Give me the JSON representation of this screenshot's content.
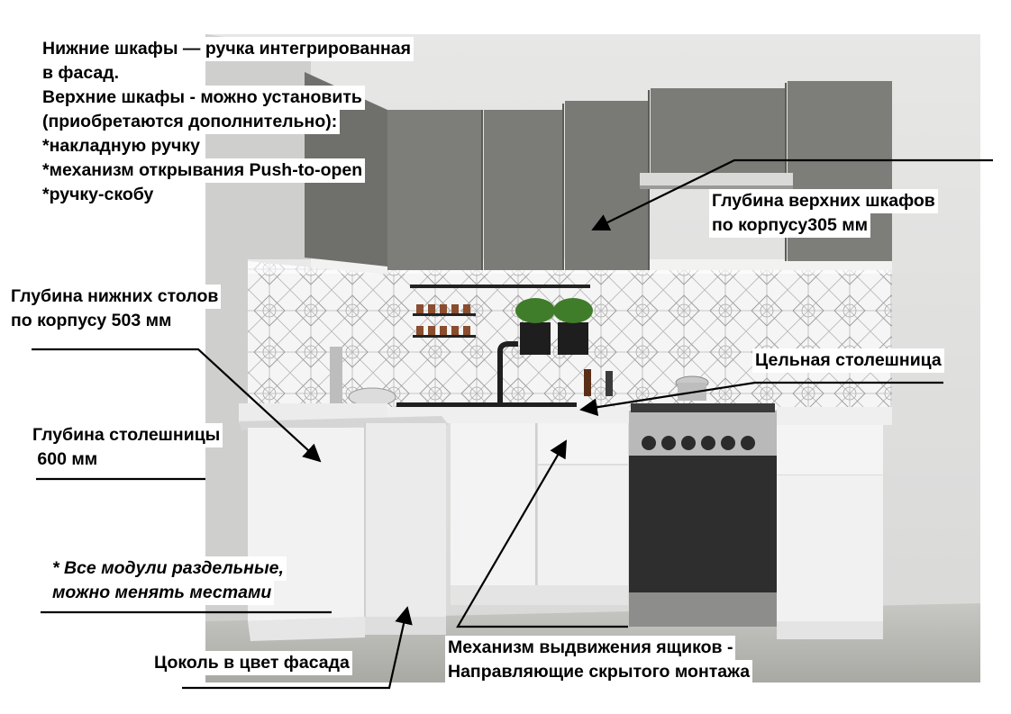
{
  "photo": {
    "subject": "кухонный гарнитур",
    "colors": {
      "upper_cabinets": "#7b7c78",
      "lower_cabinets": "#f1f1f1",
      "wall": "#e4e4e4",
      "floor": "#b9b9b4",
      "backsplash": "#f4f4f4",
      "oven_door": "#2e2e2e"
    }
  },
  "annotations": {
    "lower_handle": {
      "lines": [
        "Нижние шкафы — ручка интегрированная",
        "в фасад.",
        "Верхние шкафы - можно установить",
        "(приобретаются дополнительно):",
        "*накладную ручку",
        "*механизм открывания Push-to-open",
        "*ручку-скобу"
      ]
    },
    "upper_depth": {
      "lines": [
        "Глубина верхних шкафов",
        "по корпусу305 мм"
      ]
    },
    "lower_depth": {
      "lines": [
        "Глубина нижних столов",
        "по корпусу 503 мм"
      ]
    },
    "countertop_solid": {
      "lines": [
        "Цельная столешница"
      ]
    },
    "countertop_depth": {
      "lines": [
        "Глубина столешницы",
        " 600 мм"
      ]
    },
    "modules_note": {
      "lines": [
        "* Все модули раздельные,",
        "можно менять местами"
      ]
    },
    "plinth": {
      "lines": [
        "Цоколь в цвет фасада"
      ]
    },
    "drawer_mechanism": {
      "lines": [
        "Механизм выдвижения ящиков -",
        "Направляющие скрытого монтажа"
      ]
    }
  }
}
